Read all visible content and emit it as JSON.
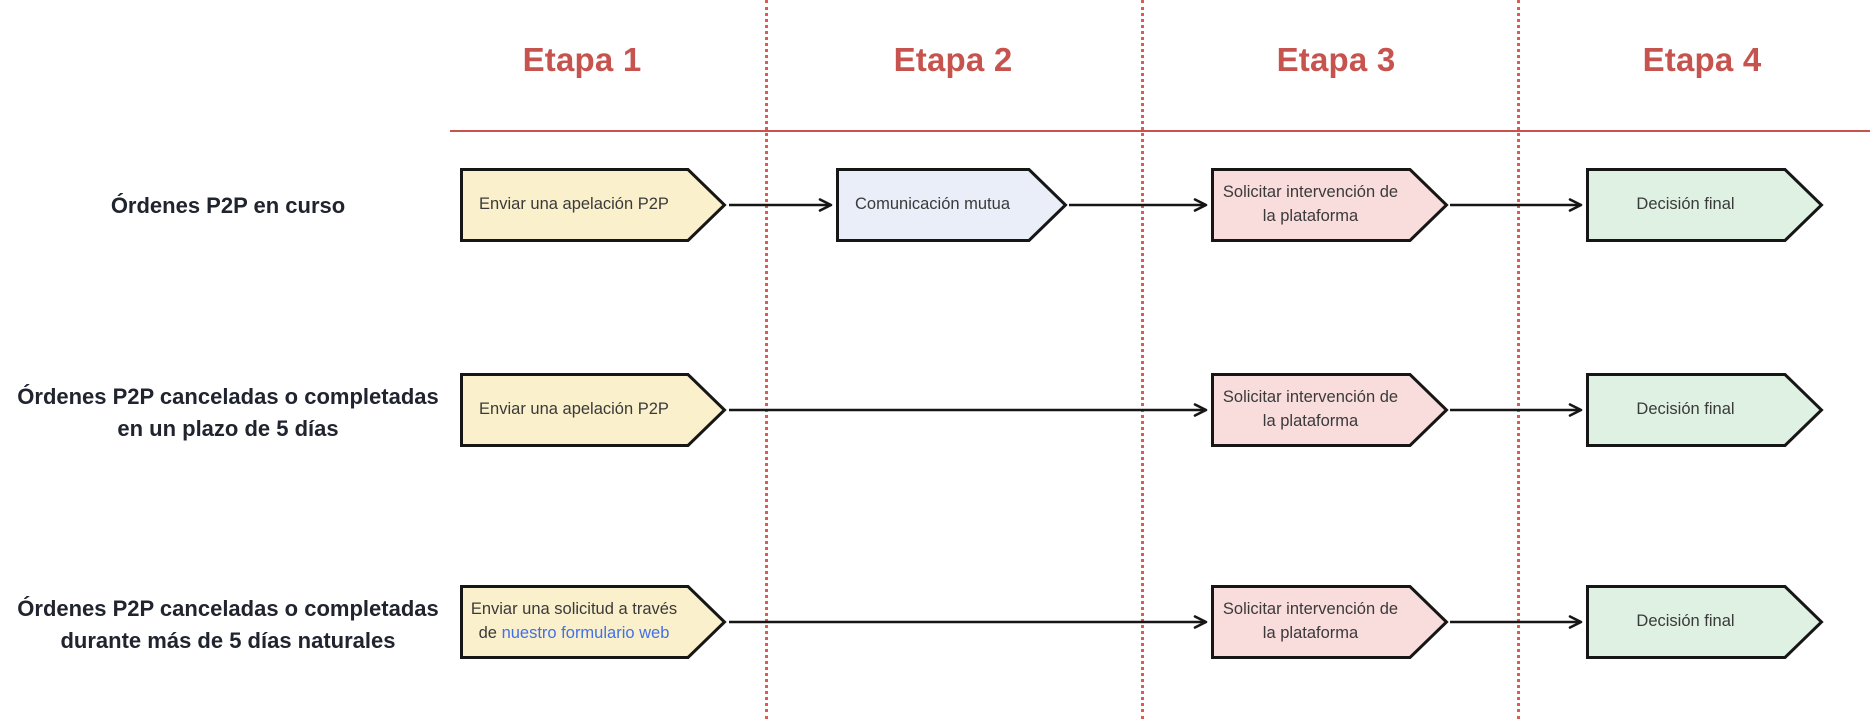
{
  "stages": [
    {
      "label": "Etapa 1"
    },
    {
      "label": "Etapa 2"
    },
    {
      "label": "Etapa 3"
    },
    {
      "label": "Etapa 4"
    }
  ],
  "rows": [
    {
      "label": "Órdenes P2P en curso",
      "steps": [
        {
          "label": "Enviar una apelación P2P"
        },
        {
          "label": "Comunicación mutua"
        },
        {
          "label": "Solicitar intervención de la plataforma"
        },
        {
          "label": "Decisión final"
        }
      ]
    },
    {
      "label": "Órdenes P2P canceladas o completadas\nen un plazo de 5 días",
      "steps": [
        {
          "label": "Enviar una apelación P2P"
        },
        {
          "label": "Solicitar intervención de la plataforma"
        },
        {
          "label": "Decisión final"
        }
      ]
    },
    {
      "label": "Órdenes P2P canceladas o completadas\ndurante más de 5 días naturales",
      "steps": [
        {
          "label_prefix": "Enviar una solicitud a través de",
          "link_text": "nuestro formulario web"
        },
        {
          "label": "Solicitar intervención de la plataforma"
        },
        {
          "label": "Decisión final"
        }
      ]
    }
  ],
  "colors": {
    "accent_red": "#c7534e",
    "dotted_red": "#e05a52",
    "link_blue": "#4170e8",
    "border_dark": "#161616",
    "step_yellow": "#faf0cb",
    "step_blue": "#e9eef8",
    "step_pink": "#f9dcdc",
    "step_green": "#dff1e2"
  }
}
